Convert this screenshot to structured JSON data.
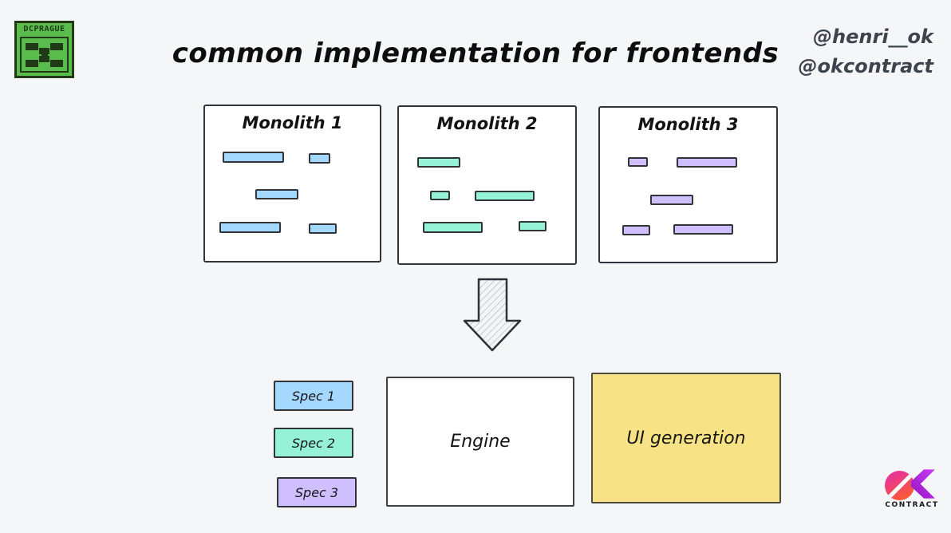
{
  "page": {
    "background": "#f5f6f8"
  },
  "badge": {
    "label": "DCPRAGUE",
    "green": "#5abc4d",
    "dark": "#203a18"
  },
  "header": {
    "title": "common implementation for frontends",
    "handles": [
      "@henri__ok",
      "@okcontract"
    ]
  },
  "monoliths": [
    {
      "label": "Monolith 1",
      "color": "#a5d8ff",
      "bars": [
        [
          22,
          57,
          77,
          14
        ],
        [
          130,
          59,
          27,
          13
        ],
        [
          63,
          104,
          54,
          13
        ],
        [
          18,
          145,
          77,
          14
        ],
        [
          130,
          147,
          35,
          13
        ]
      ]
    },
    {
      "label": "Monolith 2",
      "color": "#96f2d7",
      "bars": [
        [
          23,
          63,
          54,
          13
        ],
        [
          39,
          105,
          25,
          12
        ],
        [
          95,
          105,
          75,
          13
        ],
        [
          30,
          144,
          75,
          14
        ],
        [
          150,
          143,
          35,
          13
        ]
      ]
    },
    {
      "label": "Monolith 3",
      "color": "#d0bfff",
      "bars": [
        [
          35,
          62,
          25,
          12
        ],
        [
          96,
          62,
          76,
          13
        ],
        [
          63,
          109,
          54,
          13
        ],
        [
          28,
          147,
          35,
          13
        ],
        [
          92,
          146,
          75,
          13
        ]
      ]
    }
  ],
  "specs": [
    {
      "label": "Spec 1",
      "color": "#a5d8ff"
    },
    {
      "label": "Spec 2",
      "color": "#96f2d7"
    },
    {
      "label": "Spec 3",
      "color": "#d0bfff"
    }
  ],
  "engine": {
    "label": "Engine"
  },
  "ui_generation": {
    "label": "UI generation",
    "color": "#f8e286"
  },
  "logo": {
    "caption": "CONTRACT"
  }
}
